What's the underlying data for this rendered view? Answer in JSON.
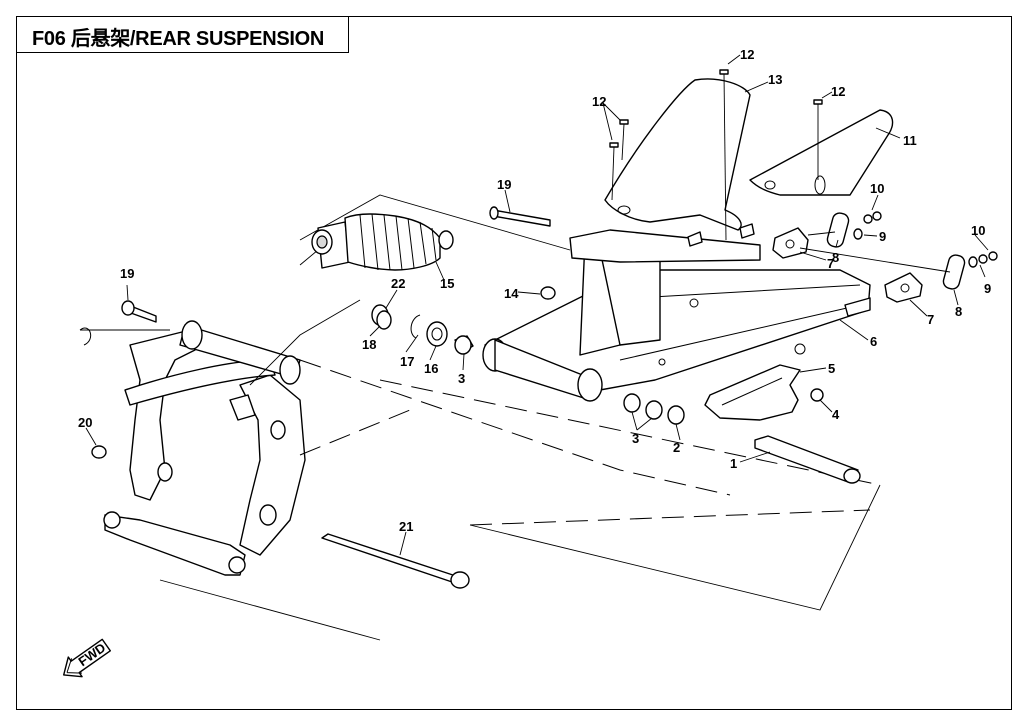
{
  "title": "F06  后悬架/REAR SUSPENSION",
  "callouts": [
    "12",
    "13",
    "12",
    "12",
    "11",
    "19",
    "10",
    "9",
    "10",
    "15",
    "22",
    "14",
    "8",
    "9",
    "19",
    "7",
    "8",
    "18",
    "17",
    "16",
    "3",
    "6",
    "7",
    "5",
    "4",
    "20",
    "3",
    "2",
    "1",
    "21"
  ],
  "orientation_label": "FWD"
}
